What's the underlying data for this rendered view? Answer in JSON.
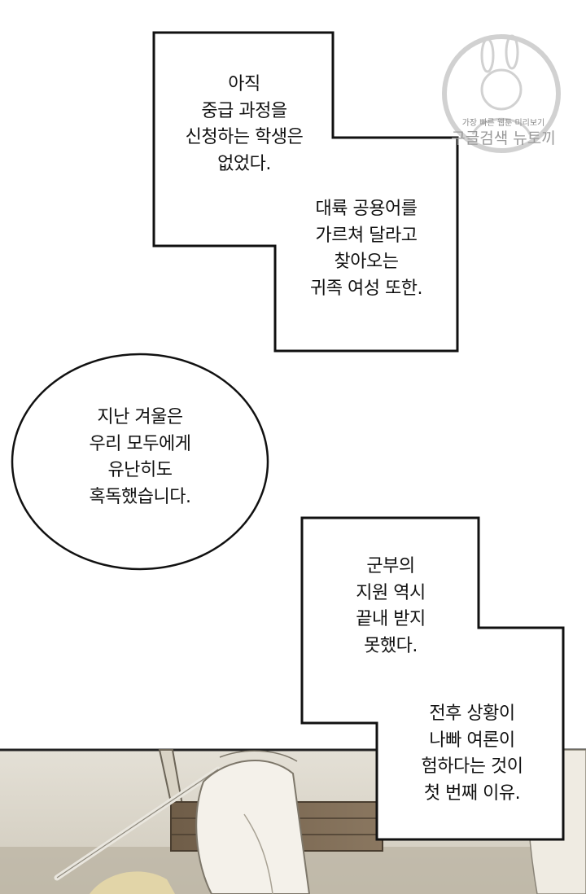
{
  "box1": {
    "lines": [
      "아직",
      "중급 과정을",
      "신청하는 학생은",
      "없었다."
    ]
  },
  "box2": {
    "lines": [
      "대륙 공용어를",
      "가르쳐 달라고",
      "찾아오는",
      "귀족 여성 또한."
    ]
  },
  "bubble": {
    "lines": [
      "지난 겨울은",
      "우리 모두에게",
      "유난히도",
      "혹독했습니다."
    ]
  },
  "box3": {
    "lines": [
      "군부의",
      "지원 역시",
      "끝내 받지",
      "못했다."
    ]
  },
  "box4": {
    "lines": [
      "전후 상황이",
      "나빠 여론이",
      "험하다는 것이",
      "첫 번째 이유."
    ]
  },
  "watermark": {
    "line1": "가장 빠른 웹툰 미리보기",
    "line2": "구글검색 뉴토끼"
  },
  "colors": {
    "background": "#ffffff",
    "ink": "#111111",
    "panel_floor": "#8c8473",
    "panel_wall": "#d8d3c6"
  }
}
